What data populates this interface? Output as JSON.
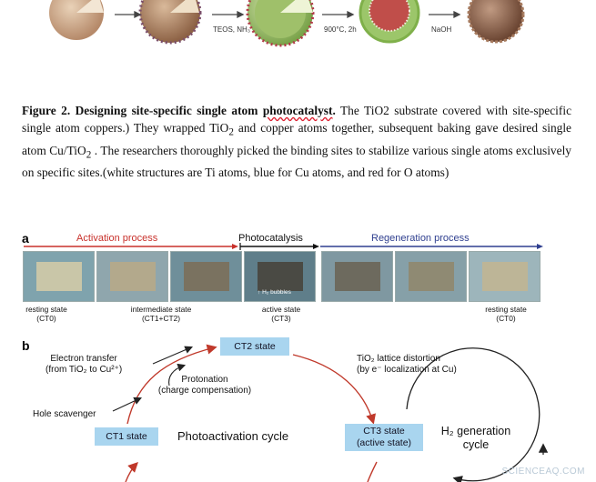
{
  "top_figure": {
    "step_labels": [
      "TEOS, NH₃",
      "900°C, 2h",
      "NaOH"
    ]
  },
  "caption": {
    "figure_label": "Figure 2.",
    "title_pre": "Designing site-specific single atom ",
    "title_underlined": "photocatalyst",
    "title_post": ".",
    "seg1": " The TiO2 substrate covered with site-specific single atom coppers.) They wrapped TiO",
    "sub1": "2",
    "seg2": " and copper atoms together, subsequent baking gave desired single atom Cu/TiO",
    "sub2": "2",
    "seg3": " . The researchers thoroughly picked the binding sites to stabilize various single atoms exclusively on specific sites.(white structures are Ti atoms, blue for Cu atoms, and red for O atoms)"
  },
  "panel_a": {
    "letter": "a",
    "activation": "Activation process",
    "photocatalysis": "Photocatalysis",
    "regeneration": "Regeneration process",
    "h2_label": "H₂ bubbles",
    "states": [
      {
        "line1": "resting state",
        "line2": "(CT0)"
      },
      {
        "line1": "intermediate state",
        "line2": "(CT1+CT2)"
      },
      {
        "line1": "active state",
        "line2": "(CT3)"
      },
      {
        "line1": "resting state",
        "line2": "(CT0)"
      }
    ],
    "colors": {
      "activation": "#c8312b",
      "regeneration": "#2f3f8f"
    }
  },
  "panel_b": {
    "letter": "b",
    "ct2": "CT2 state",
    "ct1": "CT1 state",
    "ct3_line1": "CT3 state",
    "ct3_line2": "(active state)",
    "cycle": "Photoactivation cycle",
    "h2gen_line1": "H₂ generation",
    "h2gen_line2": "cycle",
    "electron_line1": "Electron transfer",
    "electron_line2": "(from TiO₂ to Cu²⁺)",
    "protonation_line1": "Protonation",
    "protonation_line2": "(charge compensation)",
    "hole": "Hole scavenger",
    "lattice_line1": "TiO₂ lattice distortion",
    "lattice_line2": "(by e⁻ localization at Cu)",
    "box_color": "#a9d5ef"
  },
  "watermark": "SCIENCEAQ.COM"
}
